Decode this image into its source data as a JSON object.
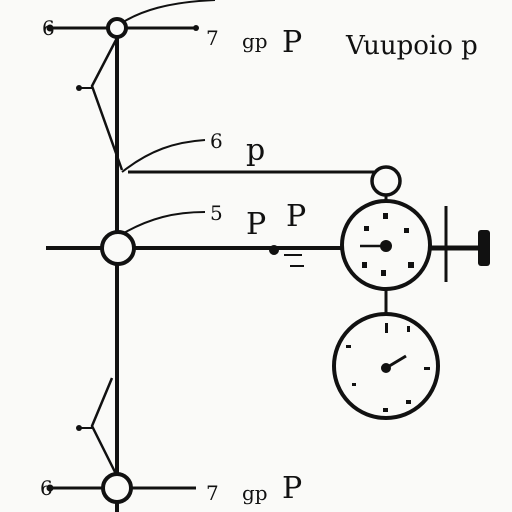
{
  "title": "Vuupoio p",
  "labels": {
    "top_left_mark": "6",
    "top_mid": "7",
    "top_gp": "gp",
    "top_P": "P",
    "upper_num": "6",
    "upper_p": "p",
    "mid_num": "5",
    "mid_P1": "P",
    "mid_P2": "P",
    "bottom_left_mark": "6",
    "bottom_mid": "7",
    "bottom_gp": "gp",
    "bottom_P": "P"
  },
  "colors": {
    "ink": "#111111",
    "background": "#fafaf8"
  }
}
